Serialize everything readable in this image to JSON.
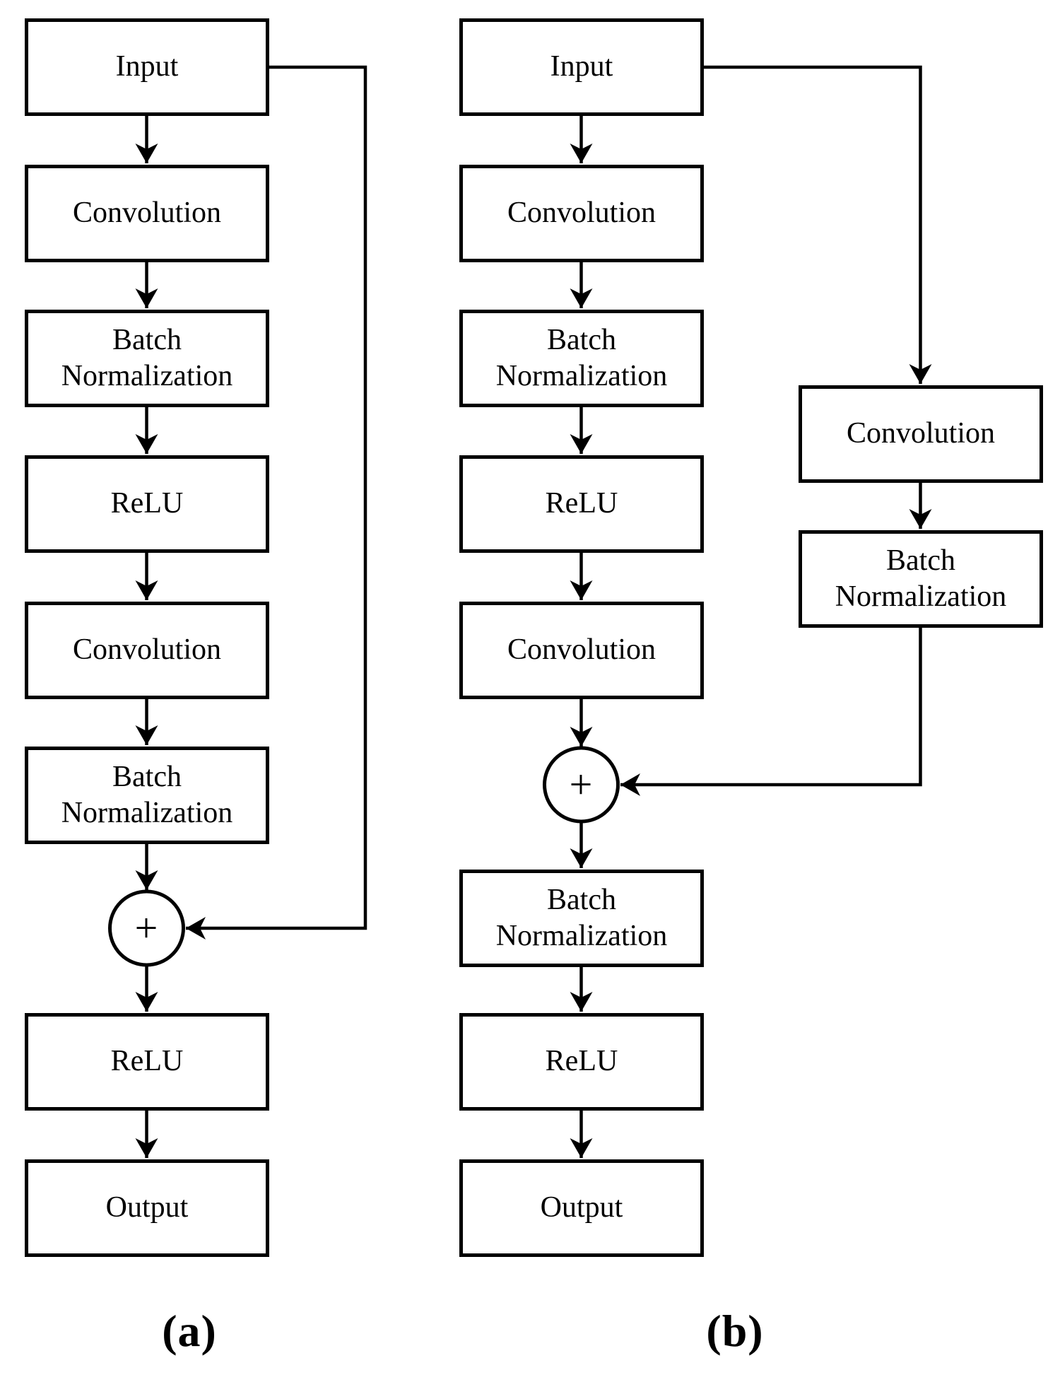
{
  "figure": {
    "background": "#ffffff",
    "line_color": "#000000"
  },
  "diagram_a": {
    "caption": "(a)",
    "nodes": {
      "input": "Input",
      "conv1": "Convolution",
      "bn1": "Batch Normalization",
      "relu1": "ReLU",
      "conv2": "Convolution",
      "bn2": "Batch Normalization",
      "adder": "+",
      "relu2": "ReLU",
      "output": "Output"
    }
  },
  "diagram_b": {
    "caption": "(b)",
    "nodes": {
      "input": "Input",
      "conv1": "Convolution",
      "bn1": "Batch Normalization",
      "relu1": "ReLU",
      "conv2": "Convolution",
      "adder": "+",
      "bn2": "Batch Normalization",
      "relu2": "ReLU",
      "output": "Output",
      "shortcut_conv": "Convolution",
      "shortcut_bn": "Batch Normalization"
    }
  }
}
